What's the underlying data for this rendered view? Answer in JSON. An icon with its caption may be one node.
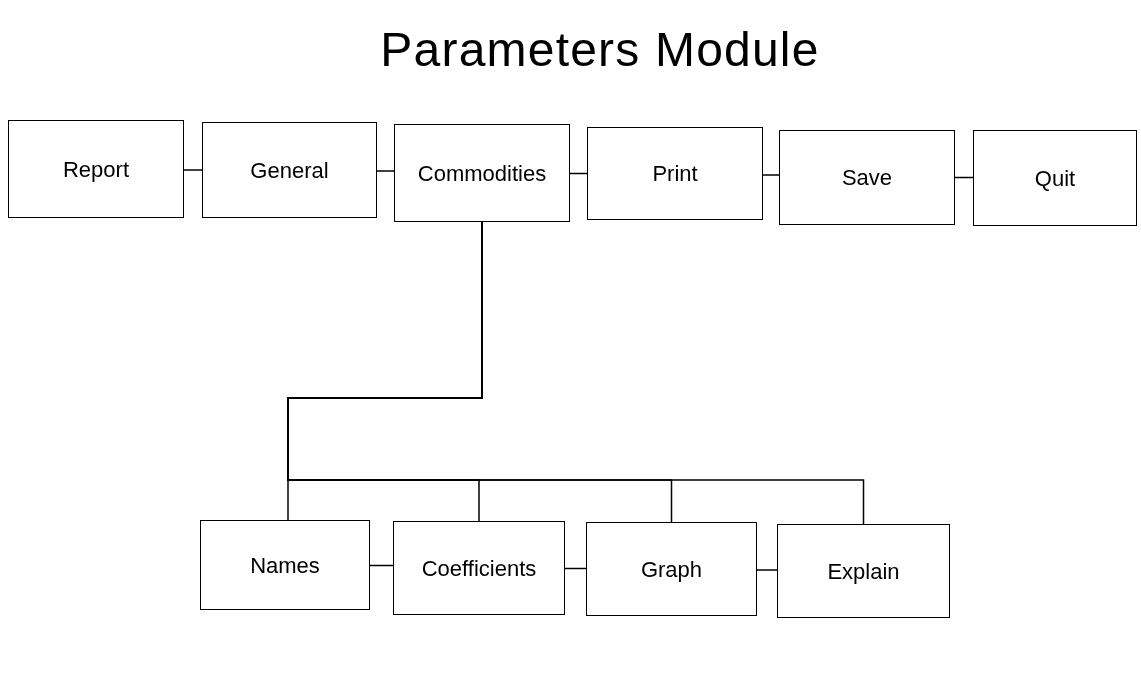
{
  "diagram": {
    "title": "Parameters Module",
    "nodes": [
      {
        "text": [
          "Report"
        ]
      },
      {
        "text": [
          "General"
        ]
      },
      {
        "text": [
          "Commodities"
        ]
      },
      {
        "text": [
          "Print"
        ]
      },
      {
        "text": [
          "Save"
        ]
      },
      {
        "text": [
          "Quit"
        ]
      },
      {
        "text": [
          "Names"
        ]
      },
      {
        "text": [
          "Coefficients"
        ]
      },
      {
        "text": [
          "Graph"
        ]
      },
      {
        "text": [
          "Explain"
        ]
      }
    ],
    "edges": [
      {
        "from": 0,
        "to": 1,
        "arrow": "none"
      },
      {
        "from": 1,
        "to": 2,
        "arrow": "none"
      },
      {
        "from": 2,
        "to": 3,
        "arrow": "none"
      },
      {
        "from": 3,
        "to": 4,
        "arrow": "none"
      },
      {
        "from": 4,
        "to": 5,
        "arrow": "none"
      },
      {
        "from": 2,
        "to": 6,
        "arrow": "none"
      },
      {
        "from": 2,
        "to": 7,
        "arrow": "none"
      },
      {
        "from": 2,
        "to": 8,
        "arrow": "none"
      },
      {
        "from": 2,
        "to": 9,
        "arrow": "none"
      },
      {
        "from": 6,
        "to": 7,
        "arrow": "none"
      },
      {
        "from": 7,
        "to": 8,
        "arrow": "none"
      },
      {
        "from": 8,
        "to": 9,
        "arrow": "none"
      }
    ]
  }
}
